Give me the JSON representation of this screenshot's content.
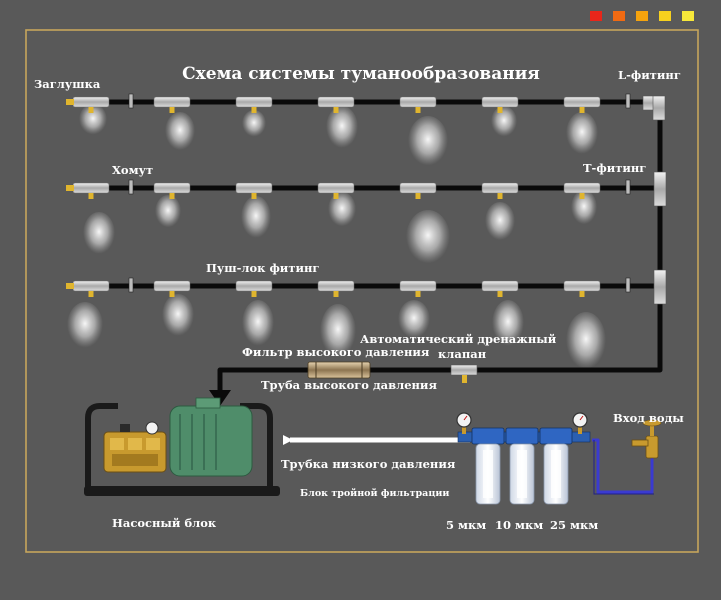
{
  "title": "Схема системы туманообразования",
  "labels": {
    "plug": "Заглушка",
    "l_fitting": "L-фитинг",
    "clamp": "Хомут",
    "t_fitting": "Т-фитинг",
    "push_lock": "Пуш-лок фитинг",
    "hp_filter": "Фильтр высокого давления",
    "drain_valve_1": "Автоматический дренажный",
    "drain_valve_2": "клапан",
    "hp_pipe": "Труба высокого давления",
    "water_inlet": "Вход воды",
    "lp_tube": "Трубка низкого давления",
    "triple_filter": "Блок тройной фильтрации",
    "pump": "Насосный блок",
    "mic5": "5 мкм",
    "mic10": "10 мкм",
    "mic25": "25 мкм"
  },
  "colors": {
    "background": "#595959",
    "frame": "#c7a55c",
    "pipe": "#0a0a0a",
    "brass": "#c89a2e",
    "water_hose": "#3a3ad0",
    "motor": "#4f8d6a",
    "corner_squares": [
      "#e8261a",
      "#f06a12",
      "#f5a30e",
      "#f7d11e",
      "#f7e83a"
    ]
  }
}
